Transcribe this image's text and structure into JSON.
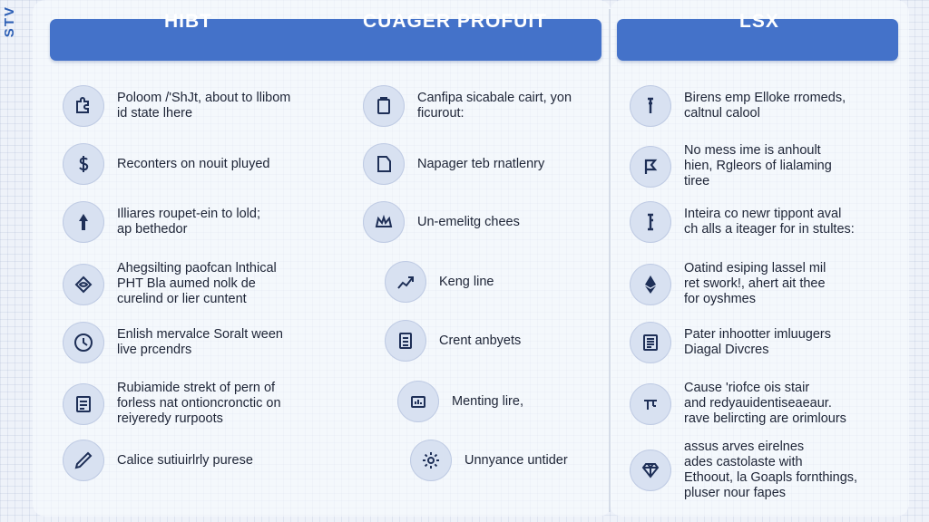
{
  "side_label": "STV",
  "headers": {
    "col1": "HIBT",
    "col2": "CUAGER PROFUIT",
    "col3": "LSX"
  },
  "col1": {
    "items": [
      {
        "icon": "puzzle-icon",
        "text": "Poloom /'ShJt, about to llibom\nid state lhere"
      },
      {
        "icon": "dollar-icon",
        "text": "Reconters on nouit pluyed"
      },
      {
        "icon": "arrow-up-icon",
        "text": "Illiares roupet-ein to lold;\nap bethedor"
      },
      {
        "icon": "eye-diamond-icon",
        "text": "Ahegsilting paofcan lnthical\nPHT Bla aumed nolk de\ncurelind or lier cuntent"
      },
      {
        "icon": "clock-icon",
        "text": "Enlish mervalce Soralt ween\nlive prcendrs"
      },
      {
        "icon": "document-icon",
        "text": "Rubiamide strekt of pern of\nforless nat ontioncronctic on\nreiyeredy rurpoots"
      },
      {
        "icon": "pen-icon",
        "text": "Calice sutiuirlrly purese"
      }
    ]
  },
  "col2": {
    "items": [
      {
        "icon": "clipboard-icon",
        "text": "Canfipa sicabale cairt, yon\nficurout:"
      },
      {
        "icon": "tag-icon",
        "text": "Napager teb rnatlenry"
      },
      {
        "icon": "crown-icon",
        "text": "Un-emelitg chees"
      },
      {
        "icon": "trend-line-icon",
        "text": "Keng line"
      },
      {
        "icon": "list-icon",
        "text": "Crent anbyets"
      },
      {
        "icon": "chart-box-icon",
        "text": "Menting lire,"
      },
      {
        "icon": "gear-icon",
        "text": "Unnyance untider"
      }
    ]
  },
  "col3": {
    "items": [
      {
        "icon": "pin-icon",
        "text": "Birens emp Elloke rromeds,\ncaltnul calool"
      },
      {
        "icon": "flag-icon",
        "text": "No mess ime is anhoult\nhien, Rgleors of lialaming\ntiree"
      },
      {
        "icon": "key-icon",
        "text": "Inteira co newr tippont aval\nch alls a iteager for in stultes:"
      },
      {
        "icon": "ethereum-icon",
        "text": "Oatind esiping lassel mil\nret swork!, ahert ait thee\nfor oyshmes"
      },
      {
        "icon": "notepad-icon",
        "text": "Pater inhootter imluugers\nDiagal Divcres"
      },
      {
        "icon": "network-icon",
        "text": "Cause 'riofce ois stair\nand redyauidentiseaeaur.\nrave belircting are orimlours"
      },
      {
        "icon": "gem-icon",
        "text": "assus arves eirelnes\nades castolaste with\nEthoout, la Goapls fornthings,\npluser nour fapes"
      }
    ]
  }
}
